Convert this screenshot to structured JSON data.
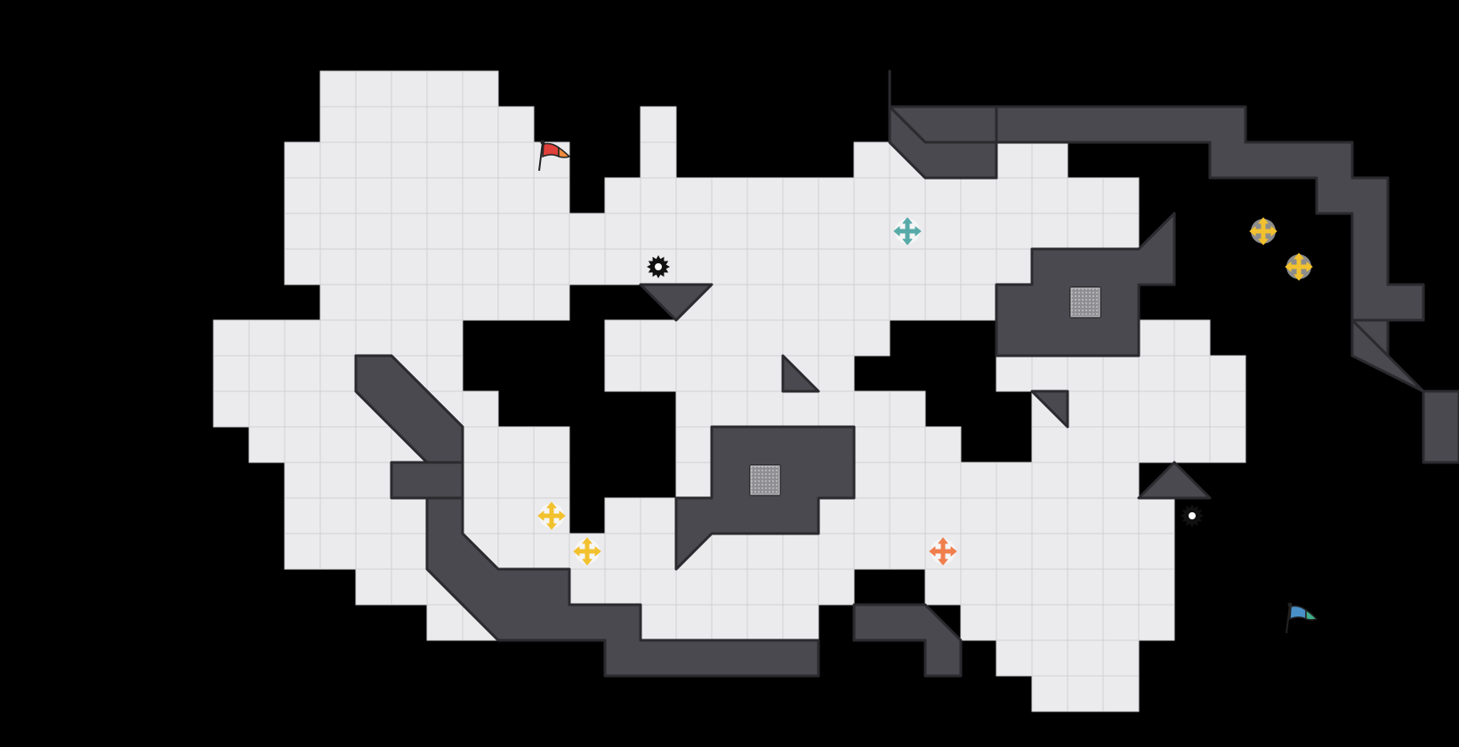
{
  "level": {
    "background_color": "#000000",
    "floor_color": "#ebebed",
    "grid_line_color": "#d0d0d4",
    "wall_color": "#4a494f",
    "wall_edge_color": "#2b2a2f",
    "columns": 34,
    "rows": 16,
    "floor_rows": [
      [
        [
          4,
          8
        ]
      ],
      [
        [
          4,
          9
        ],
        [
          13,
          13
        ]
      ],
      [
        [
          3,
          10
        ],
        [
          13,
          13
        ],
        [
          19,
          24
        ]
      ],
      [
        [
          3,
          10
        ],
        [
          12,
          26
        ]
      ],
      [
        [
          3,
          26
        ]
      ],
      [
        [
          3,
          26
        ]
      ],
      [
        [
          4,
          10
        ],
        [
          14,
          26
        ]
      ],
      [
        [
          1,
          7
        ],
        [
          12,
          19
        ],
        [
          23,
          28
        ]
      ],
      [
        [
          1,
          7
        ],
        [
          12,
          18
        ],
        [
          23,
          29
        ]
      ],
      [
        [
          1,
          8
        ],
        [
          14,
          20
        ],
        [
          24,
          29
        ]
      ],
      [
        [
          2,
          10
        ],
        [
          14,
          21
        ],
        [
          24,
          29
        ]
      ],
      [
        [
          3,
          10
        ],
        [
          14,
          26
        ]
      ],
      [
        [
          3,
          10
        ],
        [
          12,
          27
        ]
      ],
      [
        [
          3,
          27
        ]
      ],
      [
        [
          5,
          18
        ],
        [
          21,
          27
        ]
      ],
      [
        [
          7,
          17
        ],
        [
          22,
          27
        ]
      ],
      [
        [
          17,
          17
        ],
        [
          23,
          26
        ]
      ],
      [
        [
          24,
          26
        ]
      ]
    ],
    "walls": [
      {
        "type": "band",
        "points": [
          [
            5,
            10
          ],
          [
            5,
            11
          ],
          [
            7,
            13
          ],
          [
            7,
            16
          ],
          [
            9,
            18
          ],
          [
            12,
            18
          ],
          [
            12,
            19
          ],
          [
            18,
            19
          ],
          [
            18,
            18
          ],
          [
            13,
            18
          ],
          [
            13,
            17
          ],
          [
            11,
            17
          ],
          [
            11,
            16
          ],
          [
            9,
            16
          ],
          [
            8,
            15
          ],
          [
            8,
            12
          ],
          [
            6,
            10
          ]
        ]
      },
      {
        "type": "poly",
        "points": [
          [
            5,
            10
          ],
          [
            6,
            10
          ],
          [
            8,
            12
          ],
          [
            8,
            13
          ],
          [
            7,
            13
          ],
          [
            5,
            11
          ]
        ]
      },
      {
        "type": "poly",
        "points": [
          [
            6,
            13
          ],
          [
            8,
            13
          ],
          [
            8,
            14
          ],
          [
            6,
            14
          ]
        ]
      },
      {
        "type": "poly",
        "points": [
          [
            19,
            17
          ],
          [
            21,
            17
          ],
          [
            22,
            18
          ],
          [
            22,
            19
          ],
          [
            21,
            19
          ],
          [
            21,
            18
          ],
          [
            19,
            18
          ]
        ]
      },
      {
        "type": "poly",
        "points": [
          [
            20,
            3
          ],
          [
            23,
            3
          ],
          [
            23,
            4
          ],
          [
            21,
            4
          ],
          [
            20,
            3
          ]
        ]
      },
      {
        "type": "poly",
        "points": [
          [
            20,
            4
          ],
          [
            21,
            5
          ],
          [
            23,
            5
          ],
          [
            23,
            4
          ],
          [
            21,
            4
          ]
        ]
      },
      {
        "type": "poly",
        "points": [
          [
            20,
            2
          ],
          [
            20,
            3
          ],
          [
            21,
            4
          ],
          [
            23,
            4
          ],
          [
            23,
            5
          ],
          [
            21,
            5
          ],
          [
            20,
            4
          ]
        ]
      },
      {
        "type": "poly",
        "points": [
          [
            23,
            3
          ],
          [
            30,
            3
          ],
          [
            30,
            4
          ],
          [
            33,
            4
          ],
          [
            33,
            5
          ],
          [
            34,
            5
          ],
          [
            34,
            8
          ],
          [
            35,
            8
          ],
          [
            35,
            9
          ],
          [
            34,
            9
          ],
          [
            34,
            10
          ],
          [
            33,
            10
          ],
          [
            33,
            9
          ],
          [
            34,
            9
          ],
          [
            34,
            5
          ],
          [
            33,
            5
          ],
          [
            33,
            4
          ],
          [
            30,
            4
          ],
          [
            30,
            4
          ],
          [
            29,
            4
          ],
          [
            29,
            3
          ],
          [
            23,
            3
          ]
        ]
      },
      {
        "type": "band",
        "points": [
          [
            23,
            3
          ],
          [
            30,
            3
          ],
          [
            30,
            4
          ],
          [
            33,
            4
          ],
          [
            33,
            5
          ],
          [
            34,
            5
          ],
          [
            34,
            8
          ],
          [
            35,
            8
          ],
          [
            35,
            9
          ],
          [
            34,
            9
          ],
          [
            33,
            9
          ],
          [
            33,
            6
          ],
          [
            32,
            6
          ],
          [
            32,
            5
          ],
          [
            29,
            5
          ],
          [
            29,
            4
          ],
          [
            23,
            4
          ]
        ]
      },
      {
        "type": "band",
        "points": [
          [
            33,
            9
          ],
          [
            35,
            11
          ],
          [
            36,
            11
          ],
          [
            36,
            13
          ],
          [
            35,
            13
          ],
          [
            35,
            11
          ],
          [
            33,
            10
          ]
        ]
      },
      {
        "type": "band",
        "points": [
          [
            15,
            12
          ],
          [
            19,
            12
          ],
          [
            19,
            14
          ],
          [
            18,
            14
          ],
          [
            18,
            15
          ],
          [
            15,
            15
          ],
          [
            14,
            16
          ],
          [
            14,
            14
          ],
          [
            15,
            14
          ]
        ]
      },
      {
        "type": "band",
        "points": [
          [
            24,
            7
          ],
          [
            27,
            7
          ],
          [
            28,
            6
          ],
          [
            28,
            8
          ],
          [
            27,
            8
          ],
          [
            27,
            10
          ],
          [
            23,
            10
          ],
          [
            23,
            8
          ],
          [
            24,
            8
          ]
        ]
      },
      {
        "type": "tri",
        "points": [
          [
            13,
            8
          ],
          [
            15,
            8
          ],
          [
            14,
            9
          ]
        ]
      },
      {
        "type": "tri",
        "points": [
          [
            17,
            10
          ],
          [
            18,
            11
          ],
          [
            17,
            11
          ]
        ]
      },
      {
        "type": "tri",
        "points": [
          [
            24,
            11
          ],
          [
            25,
            11
          ],
          [
            25,
            12
          ]
        ]
      },
      {
        "type": "tri",
        "points": [
          [
            27,
            14
          ],
          [
            29,
            14
          ],
          [
            28,
            13
          ]
        ]
      }
    ],
    "vents": [
      {
        "col": 16,
        "row": 13
      },
      {
        "col": 25,
        "row": 8
      }
    ],
    "flags": [
      {
        "name": "start-flag",
        "col": 10,
        "row": 4,
        "color": "#e0413b",
        "tip_color": "#f08a3c"
      },
      {
        "name": "goal-flag",
        "col": 31,
        "row": 17,
        "color": "#4a90c8",
        "tip_color": "#3fae8a"
      }
    ],
    "movers": [
      {
        "name": "teal-mover",
        "col": 20,
        "row": 6,
        "color": "#57aaa8"
      },
      {
        "name": "yellow-mover",
        "col": 30,
        "row": 6,
        "color": "#f2c12e"
      },
      {
        "name": "yellow-mover",
        "col": 31,
        "row": 7,
        "color": "#f2c12e"
      },
      {
        "name": "yellow-mover",
        "col": 10,
        "row": 14,
        "color": "#f2c12e"
      },
      {
        "name": "yellow-mover",
        "col": 11,
        "row": 15,
        "color": "#f2c12e"
      },
      {
        "name": "orange-mover",
        "col": 21,
        "row": 15,
        "color": "#f07e4d"
      }
    ],
    "saws": [
      {
        "col": 13,
        "row": 7
      },
      {
        "col": 28,
        "row": 14
      }
    ]
  }
}
